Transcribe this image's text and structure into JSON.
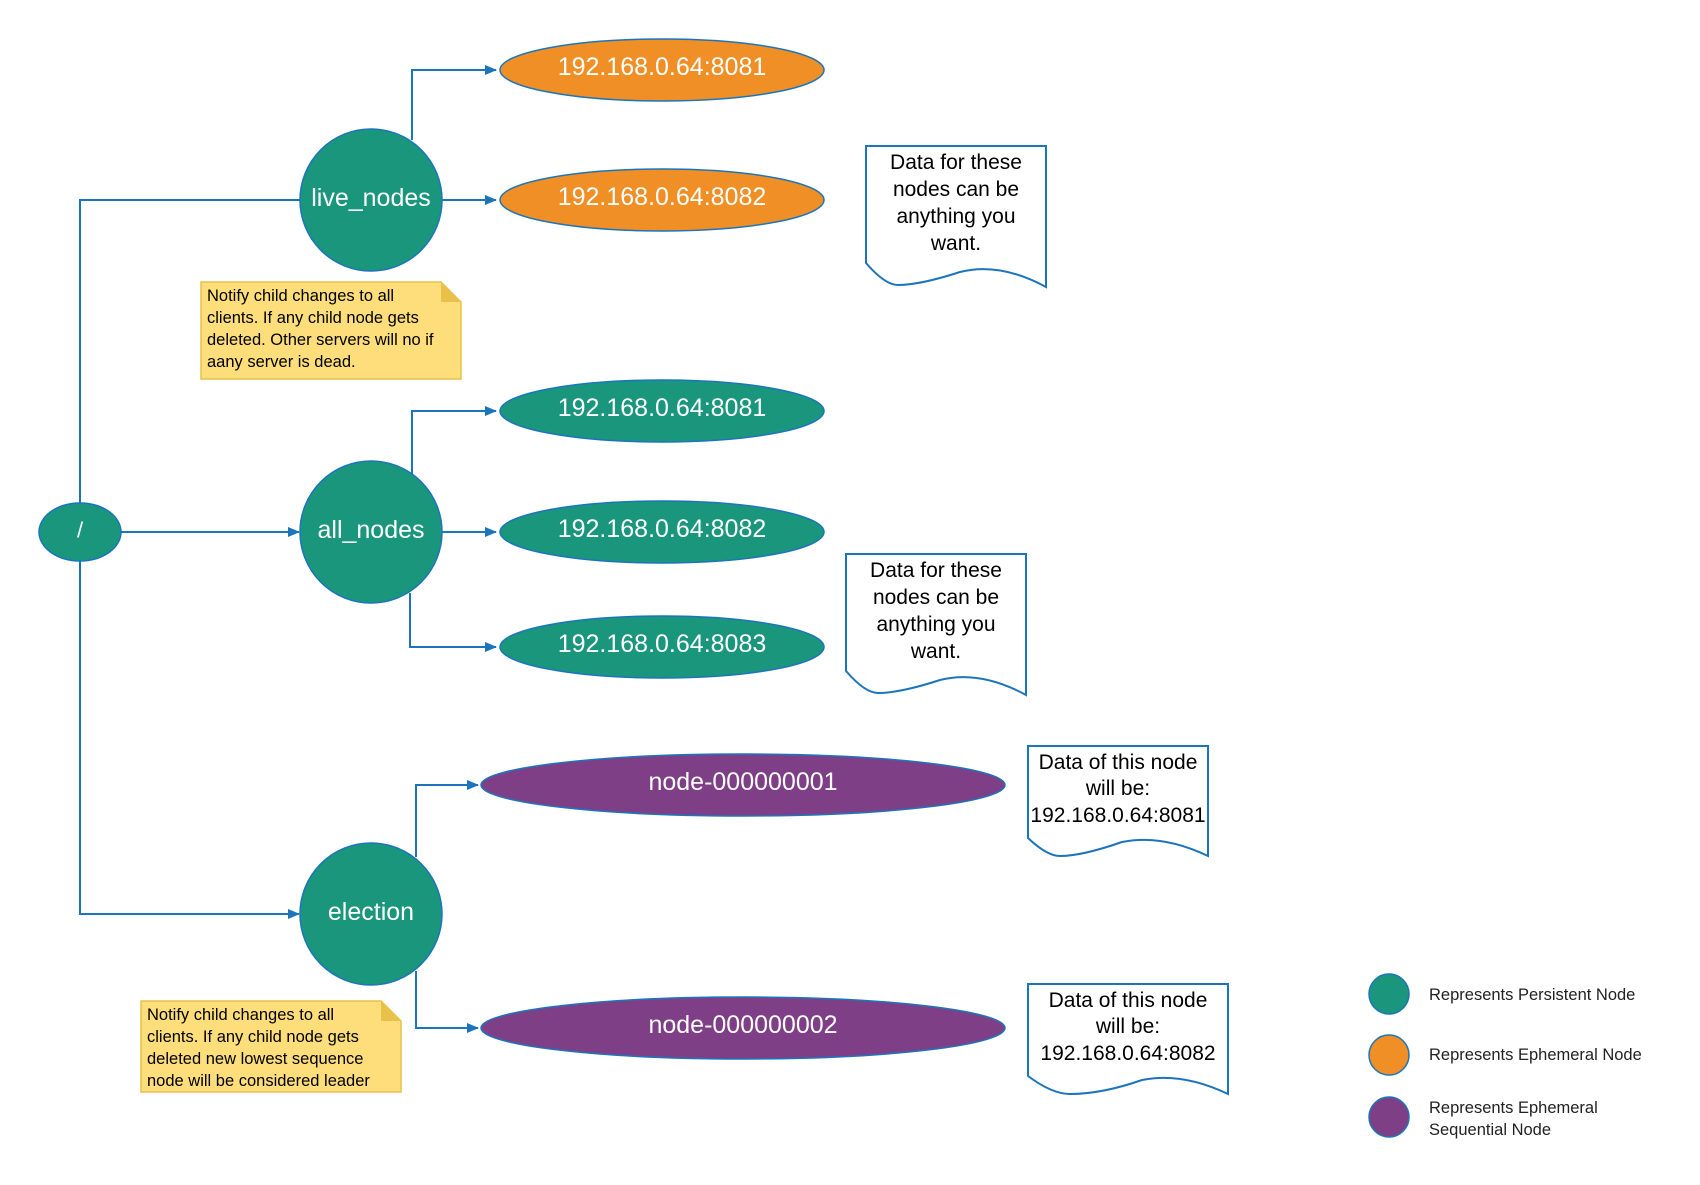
{
  "colors": {
    "persistent": "#1a967c",
    "ephemeral": "#ef8f26",
    "sequential": "#7f3f87",
    "edge": "#1c75bc",
    "note_fill": "#fede7a",
    "note_stroke": "#e8c04a"
  },
  "nodes": {
    "root": "/",
    "live_nodes": "live_nodes",
    "all_nodes": "all_nodes",
    "election": "election",
    "live_8081": "192.168.0.64:8081",
    "live_8082": "192.168.0.64:8082",
    "all_8081": "192.168.0.64:8081",
    "all_8082": "192.168.0.64:8082",
    "all_8083": "192.168.0.64:8083",
    "seq_1": "node-000000001",
    "seq_2": "node-000000002"
  },
  "documents": {
    "doc1": [
      "Data for these",
      "nodes can be",
      "anything you",
      "want."
    ],
    "doc2": [
      "Data for these",
      "nodes can be",
      "anything you",
      "want."
    ],
    "doc3": [
      "Data of this node",
      "will be:",
      "192.168.0.64:8081"
    ],
    "doc4": [
      "Data of this node",
      "will be:",
      "192.168.0.64:8082"
    ]
  },
  "notes": {
    "note1": [
      "Notify child changes to all",
      "clients. If any child node gets",
      "deleted. Other servers will no if",
      "aany server is dead."
    ],
    "note2": [
      "Notify child changes to all",
      "clients. If any child node gets",
      "deleted new lowest sequence",
      "node will be considered leader"
    ]
  },
  "legend": {
    "persistent": [
      "Represents Persistent Node"
    ],
    "ephemeral": [
      "Represents Ephemeral Node"
    ],
    "sequential": [
      "Represents Ephemeral",
      "Sequential Node"
    ]
  }
}
